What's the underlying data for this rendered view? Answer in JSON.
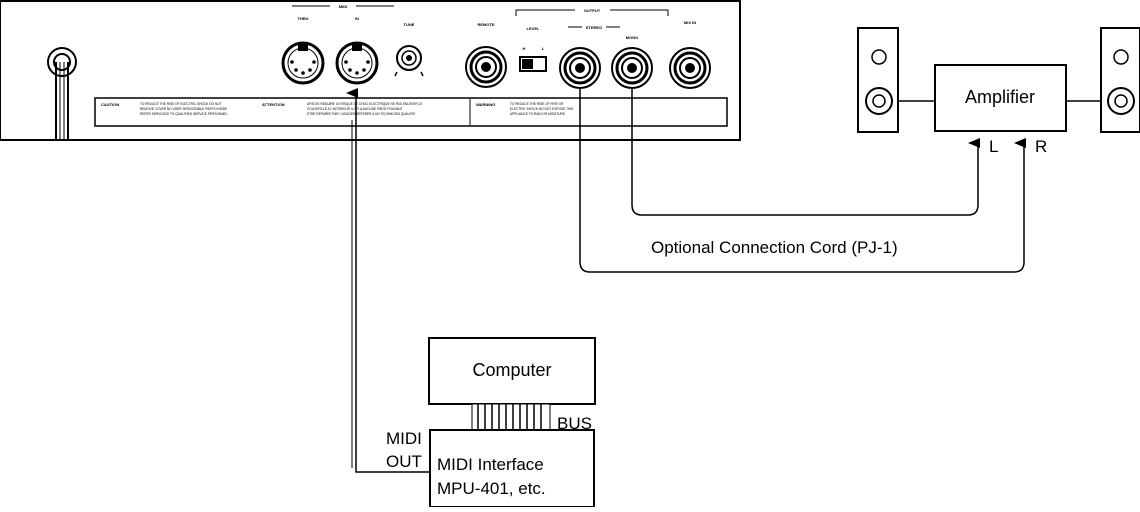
{
  "rear_panel": {
    "jack_labels": {
      "midi": "MIDI",
      "thru": "THRU",
      "in": "IN",
      "tune": "TUNE",
      "remote": "REMOTE",
      "output": "OUTPUT",
      "level": "LEVEL",
      "h": "H",
      "l": "L",
      "stereo": "STEREO",
      "mono": "MONO",
      "mix_in": "MIX IN"
    },
    "warnings": {
      "caution_title": "CAUTION",
      "caution_text_1": "TO REDUCE THE RISK OF ELECTRIC SHOCK DO NOT",
      "caution_text_2": "REMOVE COVER NO USER SERVICEABLE PARTS INSIDE",
      "caution_text_3": "REFER SERVICING TO QUALIFIED SERVICE PERSONNEL",
      "attention_title": "ATTENTION",
      "attention_text_1": "AFIN DE REDUIRE LE RISQUE DE CHOC ELECTRIQUE NE PAS ENLEVER LE",
      "attention_text_2": "COUVERCLE A L'INTERIEUR IL N'Y A AUCUNE PIECE POUVANT",
      "attention_text_3": "ETRE REPAREE PAR L'USAGER REFERER A UN TECHNICIEN QUALIFIE",
      "warning_title": "WARNING",
      "warning_text_1": "TO REDUCE THE RISK OF FIRE OR",
      "warning_text_2": "ELECTRIC SHOCK DO NOT EXPOSE THIS",
      "warning_text_3": "APPLIANCE TO RAIN OR MOISTURE"
    }
  },
  "amplifier": {
    "label": "Amplifier",
    "input_left": "L",
    "input_right": "R"
  },
  "cord_label": "Optional Connection Cord (PJ-1)",
  "computer": {
    "label": "Computer",
    "bus_label": "BUS"
  },
  "midi_interface": {
    "out_label_1": "MIDI",
    "out_label_2": "OUT",
    "label_1": "MIDI Interface",
    "label_2": "MPU-401, etc."
  },
  "colors": {
    "line": "#000000",
    "background": "#ffffff"
  }
}
